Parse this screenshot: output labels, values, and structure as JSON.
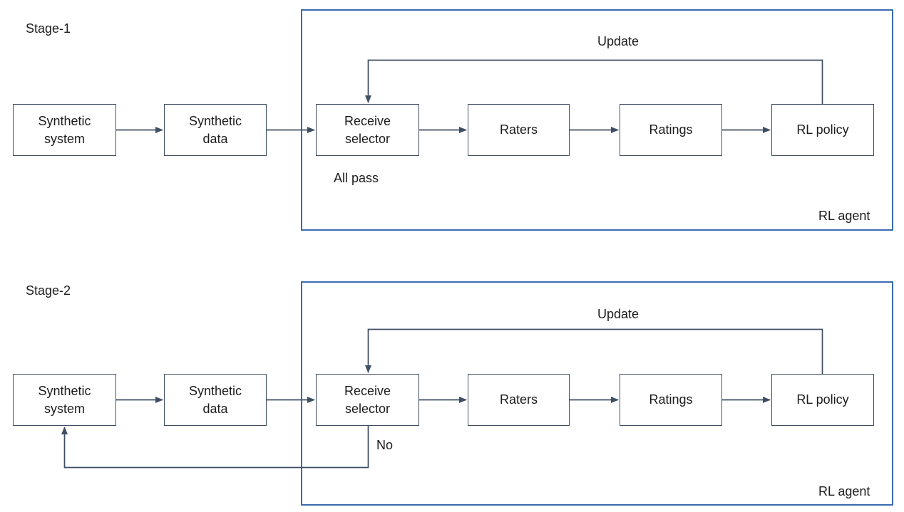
{
  "colors": {
    "line": "#3f4e63",
    "box_border": "#3f4e63",
    "agent_border": "#3a6bb3",
    "text": "#1c1c1c"
  },
  "stage1": {
    "label": "Stage-1",
    "update_label": "Update",
    "branch_label": "All pass",
    "agent_label": "RL agent",
    "nodes": {
      "synthetic_system": "Synthetic\nsystem",
      "synthetic_data": "Synthetic\ndata",
      "receive_selector": "Receive\nselector",
      "raters": "Raters",
      "ratings": "Ratings",
      "rl_policy": "RL policy"
    }
  },
  "stage2": {
    "label": "Stage-2",
    "update_label": "Update",
    "branch_label": "No",
    "agent_label": "RL agent",
    "nodes": {
      "synthetic_system": "Synthetic\nsystem",
      "synthetic_data": "Synthetic\ndata",
      "receive_selector": "Receive\nselector",
      "raters": "Raters",
      "ratings": "Ratings",
      "rl_policy": "RL policy"
    }
  }
}
